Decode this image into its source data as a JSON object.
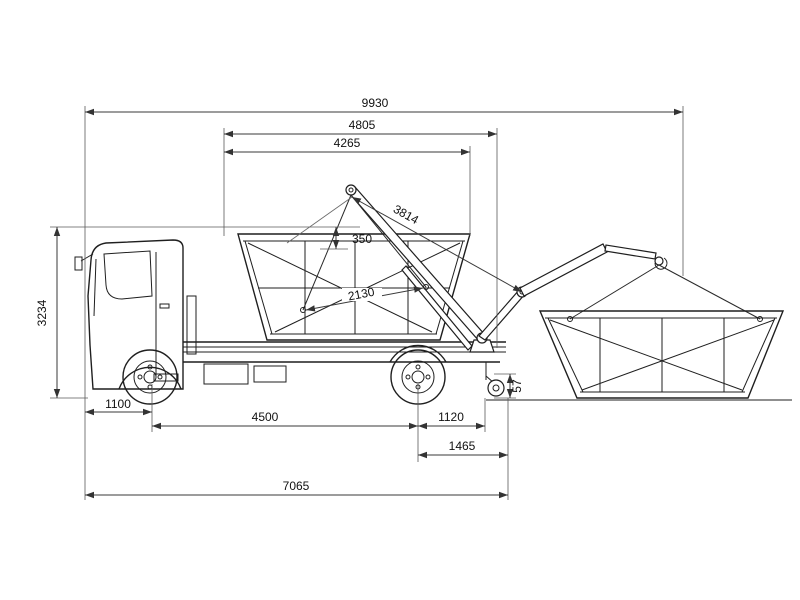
{
  "page": {
    "background": "#ffffff"
  },
  "drawing": {
    "type": "technical-dimension-diagram",
    "subject": "skip-loader-truck-side-view-with-container"
  },
  "dims": {
    "d9930": "9930",
    "d4805": "4805",
    "d4265": "4265",
    "d3814": "3814",
    "d350": "350",
    "d3234": "3234",
    "d2130": "2130",
    "d1100": "1100",
    "d4500": "4500",
    "d1120": "1120",
    "d1465": "1465",
    "d7065": "7065",
    "d57": "57"
  },
  "colors": {
    "outline": "#1f1f1f",
    "dimension_line": "#3a3a3a",
    "text": "#111111"
  }
}
